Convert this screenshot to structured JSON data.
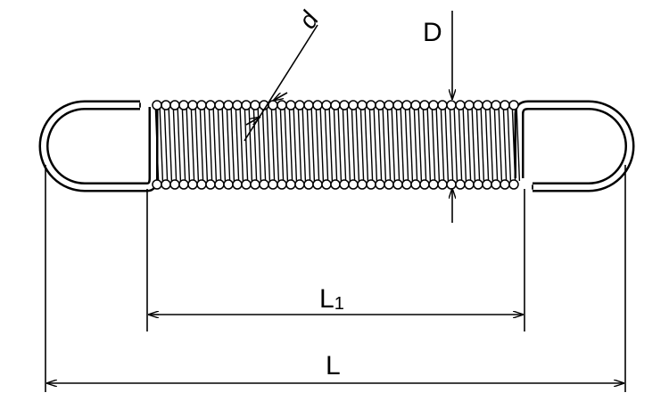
{
  "labels": {
    "wire_diameter": "d",
    "coil_diameter": "D",
    "body_length_main": "L",
    "body_length_sub": "1",
    "total_length": "L"
  },
  "colors": {
    "line": "#000000",
    "background": "#ffffff"
  }
}
